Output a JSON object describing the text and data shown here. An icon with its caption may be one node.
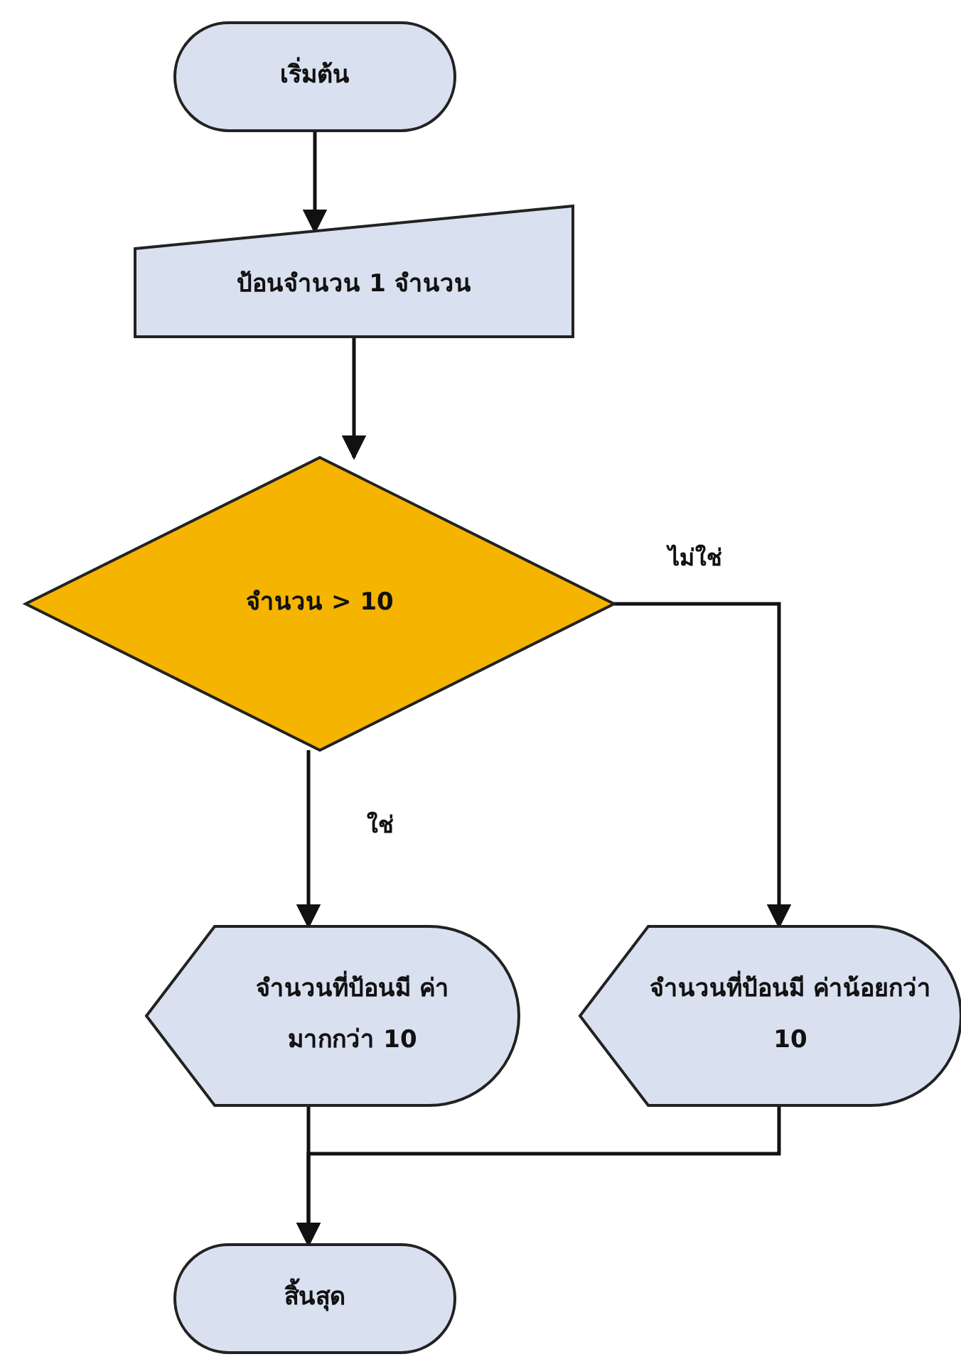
{
  "diagram": {
    "nodes": [
      {
        "text": [
          "เริ่มต้น"
        ]
      },
      {
        "text": [
          "ป้อนจำนวน 1 จำนวน"
        ]
      },
      {
        "text": [
          "จำนวน > 10"
        ]
      },
      {
        "text": [
          "จำนวนที่ป้อนมี ค่ามากกว่า 10"
        ]
      },
      {
        "text": [
          "จำนวนที่ป้อนมี ค่าน้อยกว่า 10"
        ]
      },
      {
        "text": [
          "สิ้นสุด"
        ]
      }
    ],
    "edges": [
      {
        "from": 0,
        "to": 1,
        "arrow": "to"
      },
      {
        "from": 1,
        "to": 2,
        "arrow": "to"
      },
      {
        "from": 2,
        "to": 3,
        "arrow": "to",
        "label": "ใช่"
      },
      {
        "from": 2,
        "to": 4,
        "arrow": "to",
        "label": "ไม่ใช่"
      },
      {
        "from": 3,
        "to": 5,
        "arrow": "to"
      },
      {
        "from": 4,
        "to": 5,
        "arrow": "to"
      }
    ]
  }
}
